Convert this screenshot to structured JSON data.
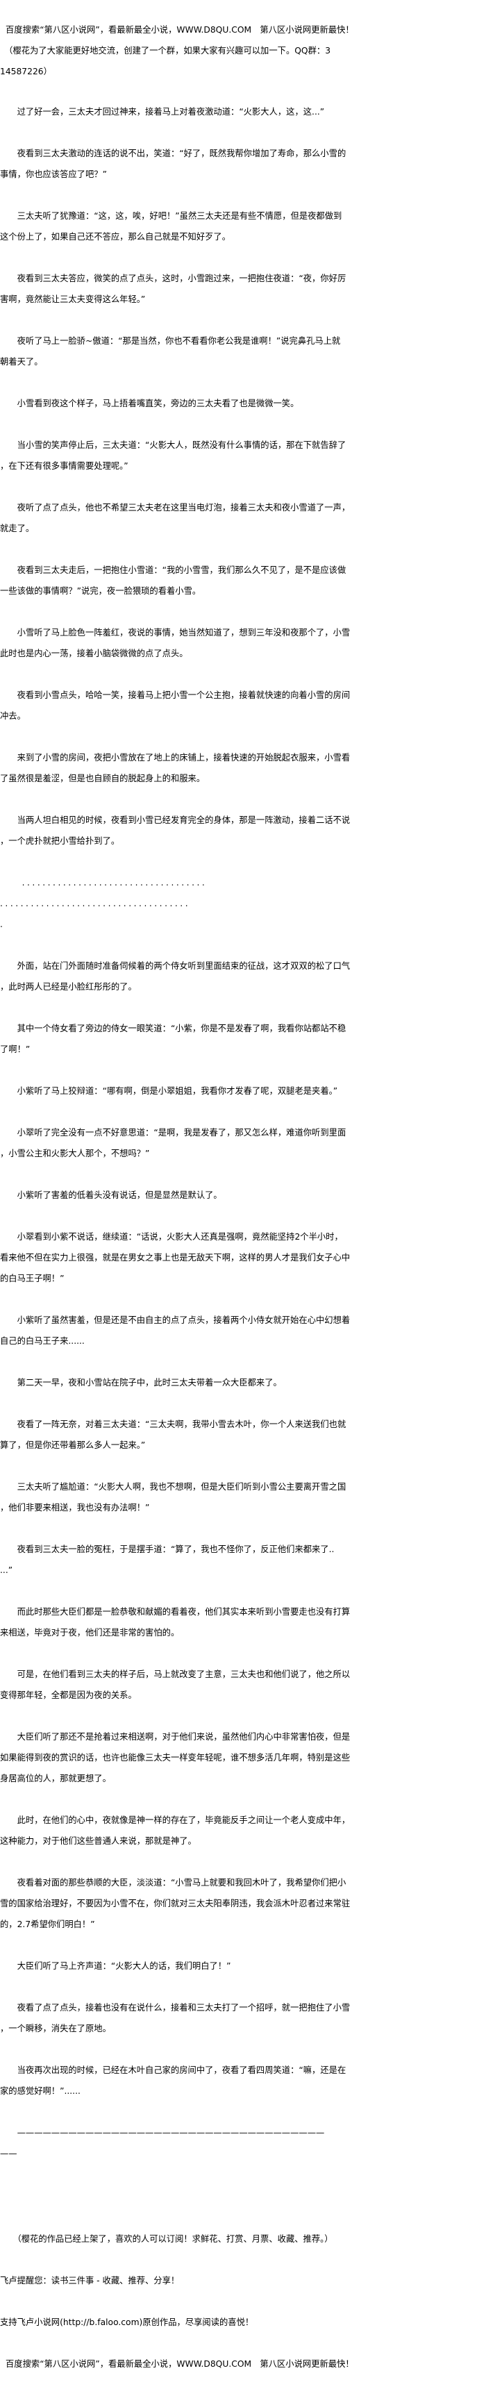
{
  "header": {
    "banner": "百度搜索“第八区小说网”，看最新最全小说，WWW.D8QU.COM　第八区小说网更新最快！",
    "notice_line1": "　（樱花为了大家能更好地交流，创建了一个群，如果大家有兴趣可以加一下。QQ群：3",
    "notice_line2": "14587226）"
  },
  "chapter": {
    "paragraphs": [
      [
        "　　过了好一会，三太夫才回过神来，接着马上对着夜激动道：“火影大人，这，这...”"
      ],
      [
        "　　夜看到三太夫激动的连话的说不出，笑道：“好了，既然我帮你增加了寿命，那么小雪的",
        "事情，你也应该答应了吧？”"
      ],
      [
        "　　三太夫听了犹豫道：“这，这，唉，好吧！”虽然三太夫还是有些不情愿，但是夜都做到",
        "这个份上了，如果自己还不答应，那么自己就是不知好歹了。"
      ],
      [
        "　　夜看到三太夫答应，微笑的点了点头，这时，小雪跑过来，一把抱住夜道：“夜，你好厉",
        "害啊，竟然能让三太夫变得这么年轻。”"
      ],
      [
        "　　夜听了马上一脸骄~傲道：“那是当然，你也不看看你老公我是谁啊！”说完鼻孔马上就",
        "朝着天了。"
      ],
      [
        "　　小雪看到夜这个样子，马上捂着嘴直笑，旁边的三太夫看了也是微微一笑。"
      ],
      [
        "　　当小雪的笑声停止后，三太夫道：“火影大人，既然没有什么事情的话，那在下就告辞了",
        "，在下还有很多事情需要处理呢。”"
      ],
      [
        "　　夜听了点了点头，他也不希望三太夫老在这里当电灯泡，接着三太夫和夜小雪道了一声，",
        "就走了。"
      ],
      [
        "　　夜看到三太夫走后，一把抱住小雪道：“我的小雪雪，我们那么久不见了，是不是应该做",
        "一些该做的事情啊？”说完，夜一脸猥琐的看着小雪。"
      ],
      [
        "　　小雪听了马上脸色一阵羞红，夜说的事情，她当然知道了，想到三年没和夜那个了，小雪",
        "此时也是内心一荡，接着小脑袋微微的点了点头。"
      ],
      [
        "　　夜看到小雪点头，哈哈一笑，接着马上把小雪一个公主抱，接着就快速的向着小雪的房间",
        "冲去。"
      ],
      [
        "　　来到了小雪的房间，夜把小雪放在了地上的床铺上，接着快速的开始脱起衣服来，小雪看",
        "了虽然很是羞涩，但是也自顾自的脱起身上的和服来。"
      ],
      [
        "　　当两人坦白相见的时候，夜看到小雪已经发育完全的身体，那是一阵激动，接着二话不说",
        "，一个虎扑就把小雪给扑到了。"
      ],
      [
        "　　....................................",
        ".....................................",
        "."
      ],
      [
        "　　外面，站在门外面随时准备伺候着的两个侍女听到里面结束的征战，这才双双的松了口气",
        "，此时两人已经是小脸红彤彤的了。"
      ],
      [
        "　　其中一个侍女看了旁边的侍女一眼笑道：“小紫，你是不是发春了啊，我看你站都站不稳",
        "了啊！”"
      ],
      [
        "　　小紫听了马上狡辩道：“哪有啊，倒是小翠姐姐，我看你才发春了呢，双腿老是夹着。”"
      ],
      [
        "　　小翠听了完全没有一点不好意思道：“是啊，我是发春了，那又怎么样，难道你听到里面",
        "，小雪公主和火影大人那个，不想吗？”"
      ],
      [
        "　　小紫听了害羞的低着头没有说话，但是显然是默认了。"
      ],
      [
        "　　小翠看到小紫不说话，继续道：“话说，火影大人还真是强啊，竟然能坚持2个半小时，",
        "看来他不但在实力上很强，就是在男女之事上也是无敌天下啊，这样的男人才是我们女子心中",
        "的白马王子啊！”"
      ],
      [
        "　　小紫听了虽然害羞，但是还是不由自主的点了点头，接着两个小侍女就开始在心中幻想着",
        "自己的白马王子来......"
      ],
      [
        "　　第二天一早，夜和小雪站在院子中，此时三太夫带着一众大臣都来了。"
      ],
      [
        "　　夜看了一阵无奈，对着三太夫道：“三太夫啊，我带小雪去木叶，你一个人来送我们也就",
        "算了，但是你还带着那么多人一起来。”"
      ],
      [
        "　　三太夫听了尴尬道：“火影大人啊，我也不想啊，但是大臣们听到小雪公主要离开雪之国",
        "，他们非要来相送，我也没有办法啊！”"
      ],
      [
        "　　夜看到三太夫一脸的冤枉，于是摆手道：“算了，我也不怪你了，反正他们来都来了..",
        " ...”"
      ],
      [
        "　　而此时那些大臣们都是一脸恭敬和献媚的看着夜，他们其实本来听到小雪要走也没有打算",
        "来相送，毕竟对于夜，他们还是非常的害怕的。"
      ],
      [
        "　　可是，在他们看到三太夫的样子后，马上就改变了主意，三太夫也和他们说了，他之所以",
        "变得那年轻，全都是因为夜的关系。"
      ],
      [
        "　　大臣们听了那还不是抢着过来相送啊，对于他们来说，虽然他们内心中非常害怕夜，但是",
        "如果能得到夜的赏识的话，也许也能像三太夫一样变年轻呢，谁不想多活几年啊，特别是这些",
        "身居高位的人，那就更想了。"
      ],
      [
        "　　此时，在他们的心中，夜就像是神一样的存在了，毕竟能反手之间让一个老人变成中年，",
        "这种能力，对于他们这些普通人来说，那就是神了。"
      ],
      [
        "　　夜看着对面的那些恭顺的大臣，淡淡道：“小雪马上就要和我回木叶了，我希望你们把小",
        "雪的国家给治理好，不要因为小雪不在，你们就对三太夫阳奉阴违，我会派木叶忍者过来常驻",
        "的，2.7希望你们明白！”"
      ],
      [
        "　　大臣们听了马上齐声道：“火影大人的话，我们明白了！”"
      ],
      [
        "　　夜看了点了点头，接着也没有在说什么，接着和三太夫打了一个招呼，就一把抱住了小雪",
        "，一个瞬移，消失在了原地。"
      ],
      [
        "　　当夜再次出现的时候，已经在木叶自己家的房间中了，夜看了看四周笑道：“嘛，还是在",
        "家的感觉好啊！”......"
      ],
      [
        "　　————————————————————————————————————",
        "——"
      ]
    ]
  },
  "footer": {
    "author_note": "　　（樱花的作品已经上架了，喜欢的人可以订阅！求鲜花、打赏、月票、收藏、推荐。）",
    "faloo_reminder": "飞卢提醒您：读书三件事 - 收藏、推荐、分享！",
    "faloo_support": "支持飞卢小说网(http://b.faloo.com)原创作品，尽享阅读的喜悦！",
    "banner": "百度搜索“第八区小说网”，看最新最全小说，WWW.D8QU.COM　第八区小说网更新最快！"
  }
}
